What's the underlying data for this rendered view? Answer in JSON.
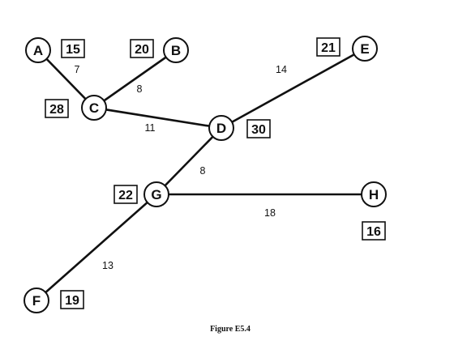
{
  "caption": "Figure E5.4",
  "nodes": [
    {
      "id": "A",
      "label": "A",
      "value": "15"
    },
    {
      "id": "B",
      "label": "B",
      "value": "20"
    },
    {
      "id": "C",
      "label": "C",
      "value": "28"
    },
    {
      "id": "D",
      "label": "D",
      "value": "30"
    },
    {
      "id": "E",
      "label": "E",
      "value": "21"
    },
    {
      "id": "G",
      "label": "G",
      "value": "22"
    },
    {
      "id": "H",
      "label": "H",
      "value": "16"
    },
    {
      "id": "F",
      "label": "F",
      "value": "19"
    }
  ],
  "edges": [
    {
      "from": "A",
      "to": "C",
      "weight": "7"
    },
    {
      "from": "C",
      "to": "B",
      "weight": "8"
    },
    {
      "from": "C",
      "to": "D",
      "weight": "11"
    },
    {
      "from": "D",
      "to": "E",
      "weight": "14"
    },
    {
      "from": "D",
      "to": "G",
      "weight": "8"
    },
    {
      "from": "G",
      "to": "H",
      "weight": "18"
    },
    {
      "from": "G",
      "to": "F",
      "weight": "13"
    }
  ]
}
